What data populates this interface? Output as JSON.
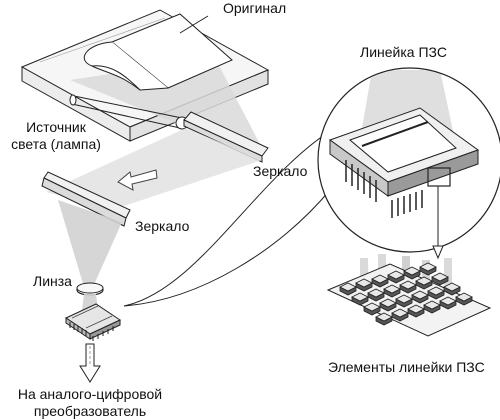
{
  "labels": {
    "original": "Оригинал",
    "light_source_line1": "Источник",
    "light_source_line2": "света (лампа)",
    "mirror_upper": "Зеркало",
    "mirror_lower": "Зеркало",
    "lens": "Линза",
    "ccd_line": "Линейка ПЗС",
    "ccd_elements": "Элементы линейки ПЗС",
    "adc_line1": "На аналого-цифровой",
    "adc_line2": "преобразователь"
  },
  "colors": {
    "line": "#222222",
    "glass_fill": "#f4f4f4",
    "light_beam": "#d4d4d4",
    "light_beam_dark": "#bdbdbd",
    "element_top": "#e8e8e8",
    "element_side": "#555555"
  }
}
